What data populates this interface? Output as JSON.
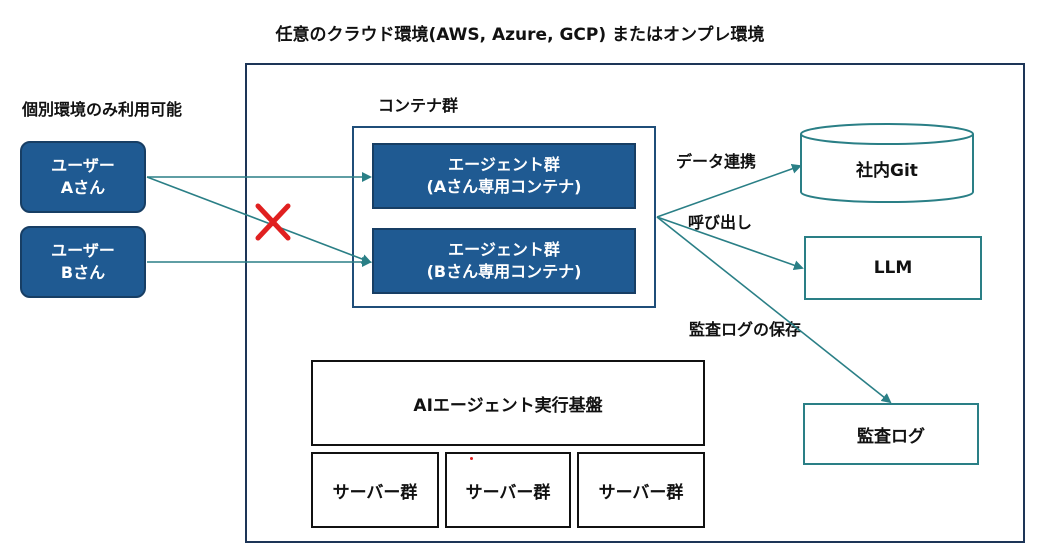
{
  "title": "任意のクラウド環境(AWS, Azure, GCP) またはオンプレ環境",
  "left_note": "個別環境のみ利用可能",
  "container_group": "コンテナ群",
  "users": [
    {
      "line1": "ユーザー",
      "line2": "Aさん"
    },
    {
      "line1": "ユーザー",
      "line2": "Bさん"
    }
  ],
  "agents": [
    {
      "line1": "エージェント群",
      "line2": "(Aさん専用コンテナ)"
    },
    {
      "line1": "エージェント群",
      "line2": "(Bさん専用コンテナ)"
    }
  ],
  "platform": "AIエージェント実行基盤",
  "servers": [
    "サーバー群",
    "サーバー群",
    "サーバー群"
  ],
  "targets": {
    "git": "社内Git",
    "llm": "LLM",
    "audit_log": "監査ログ"
  },
  "edge_labels": {
    "data_link": "データ連携",
    "call": "呼び出し",
    "audit_save": "監査ログの保存"
  },
  "colors": {
    "dark_box": "#1f5a92",
    "arrow": "#2a7f86",
    "deny_mark": "#e02020"
  }
}
